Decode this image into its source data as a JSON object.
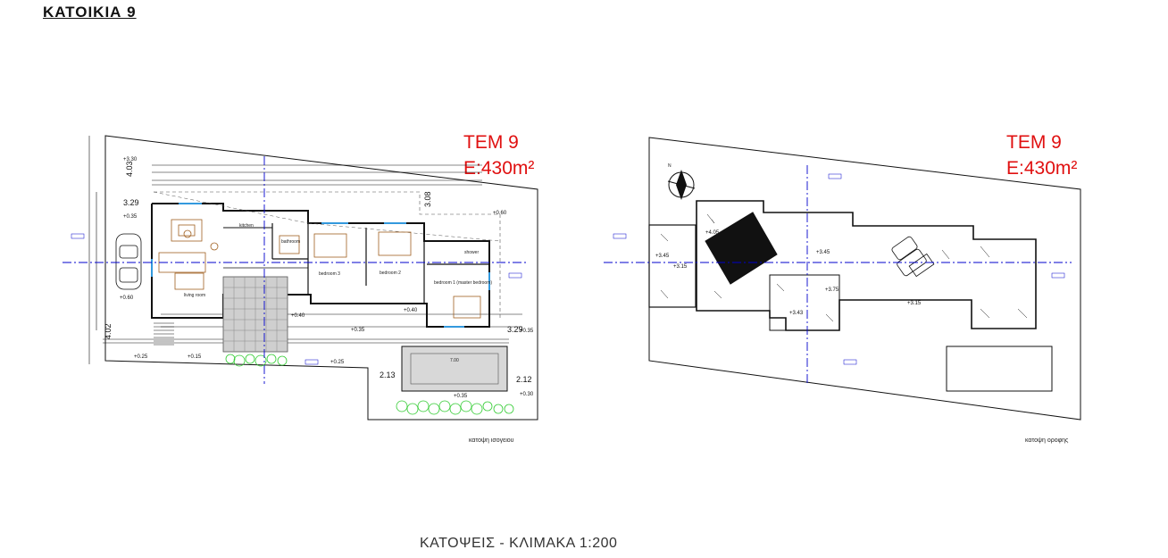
{
  "header": {
    "title": "ΚΑΤΟΙΚΙΑ 9"
  },
  "plans": [
    {
      "id": "ground",
      "plot_label": "TEM 9",
      "area_label": "E:430m²",
      "caption": "κατοψη ισογειου"
    },
    {
      "id": "roof",
      "plot_label": "TEM 9",
      "area_label": "E:430m²",
      "caption": "κατοψη οροφης"
    }
  ],
  "footer": {
    "scale_text": "ΚΑΤΟΨΕΙΣ - ΚΛΙΜΑΚΑ 1:200"
  },
  "ground_levels": [
    "+3.30",
    "+0.35",
    "+0.60",
    "+0.40",
    "+0.35",
    "+0.25",
    "+0.40",
    "+0.15",
    "+0.25",
    "+0.35",
    "+0.30",
    "+0.35",
    "+0.60"
  ],
  "ground_dims": [
    "4.03",
    "3.29",
    "4.02",
    "2.13",
    "2.12",
    "3.29",
    "3.08",
    "7.00"
  ],
  "room_labels": [
    "living room",
    "kitchen",
    "bathroom",
    "bedroom 3",
    "bedroom 2",
    "bedroom 1 (master bedroom)",
    "shower"
  ],
  "roof_levels": [
    "+4.05",
    "+3.45",
    "+3.15",
    "+3.45",
    "+3.75",
    "+3.43",
    "+3.15"
  ],
  "colors": {
    "plot_label": "#e01010",
    "axis_blue": "#0000cc",
    "landscape_green": "#33cc33",
    "furniture_brown": "#a06020",
    "pool_fill": "#d8d8d8"
  }
}
